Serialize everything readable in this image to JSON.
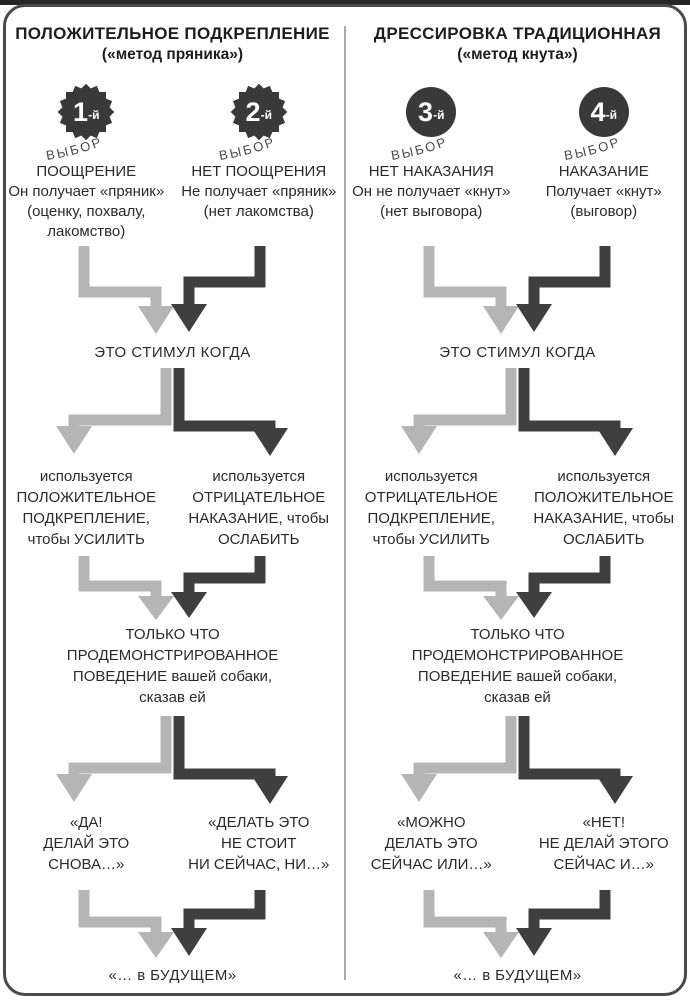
{
  "colors": {
    "light_arrow": "#b5b5b5",
    "dark_arrow": "#3f3f3f",
    "badge": "#393939",
    "divider": "#a9a9a9",
    "border": "#4a4a4a",
    "top_edge": "#262626",
    "text": "#2a2a2a"
  },
  "columns": [
    {
      "title": "ПОЛОЖИТЕЛЬНОЕ ПОДКРЕПЛЕНИЕ",
      "subtitle": "(«метод пряника»)",
      "stimulus_label": "ЭТО СТИМУЛ КОГДА",
      "behavior_lines": [
        "ТОЛЬКО ЧТО",
        "ПРОДЕМОНСТРИРОВАННОЕ",
        "ПОВЕДЕНИЕ вашей собаки,",
        "сказав ей"
      ],
      "future_label": "«… в БУДУЩЕМ»",
      "choices": [
        {
          "badge_number": "1",
          "badge_suffix": "-й",
          "badge_label": "ВЫБОР",
          "badge_shape": "star",
          "outcome_lines": [
            "ПООЩРЕНИЕ",
            "Он получает «пряник»",
            "(оценку, похвалу,",
            "лакомство)"
          ],
          "method_lines": [
            "используется",
            "ПОЛОЖИТЕЛЬНОЕ",
            "ПОДКРЕПЛЕНИЕ,",
            "чтобы УСИЛИТЬ"
          ],
          "quote_lines": [
            "«ДА!",
            "ДЕЛАЙ ЭТО",
            "СНОВА…»"
          ]
        },
        {
          "badge_number": "2",
          "badge_suffix": "-й",
          "badge_label": "ВЫБОР",
          "badge_shape": "star",
          "outcome_lines": [
            "НЕТ ПООЩРЕНИЯ",
            "Не получает «пряник»",
            "(нет лакомства)"
          ],
          "method_lines": [
            "используется",
            "ОТРИЦАТЕЛЬНОЕ",
            "НАКАЗАНИЕ, чтобы",
            "ОСЛАБИТЬ"
          ],
          "quote_lines": [
            "«ДЕЛАТЬ ЭТО",
            "НЕ СТОИТ",
            "НИ СЕЙЧАС, НИ…»"
          ]
        }
      ]
    },
    {
      "title": "ДРЕССИРОВКА ТРАДИЦИОННАЯ",
      "subtitle": "(«метод кнута»)",
      "stimulus_label": "ЭТО СТИМУЛ КОГДА",
      "behavior_lines": [
        "ТОЛЬКО ЧТО",
        "ПРОДЕМОНСТРИРОВАННОЕ",
        "ПОВЕДЕНИЕ вашей собаки,",
        "сказав ей"
      ],
      "future_label": "«… в БУДУЩЕМ»",
      "choices": [
        {
          "badge_number": "3",
          "badge_suffix": "-й",
          "badge_label": "ВЫБОР",
          "badge_shape": "circle",
          "outcome_lines": [
            "НЕТ НАКАЗАНИЯ",
            "Он не получает «кнут»",
            "(нет выговора)"
          ],
          "method_lines": [
            "используется",
            "ОТРИЦАТЕЛЬНОЕ",
            "ПОДКРЕПЛЕНИЕ,",
            "чтобы УСИЛИТЬ"
          ],
          "quote_lines": [
            "«МОЖНО",
            "ДЕЛАТЬ ЭТО",
            "СЕЙЧАС ИЛИ…»"
          ]
        },
        {
          "badge_number": "4",
          "badge_suffix": "-й",
          "badge_label": "ВЫБОР",
          "badge_shape": "circle",
          "outcome_lines": [
            "НАКАЗАНИЕ",
            "Получает «кнут»",
            "(выговор)"
          ],
          "method_lines": [
            "используется",
            "ПОЛОЖИТЕЛЬНОЕ",
            "НАКАЗАНИЕ, чтобы",
            "ОСЛАБИТЬ"
          ],
          "quote_lines": [
            "«НЕТ!",
            "НЕ ДЕЛАЙ ЭТОГО",
            "СЕЙЧАС И…»"
          ]
        }
      ]
    }
  ]
}
